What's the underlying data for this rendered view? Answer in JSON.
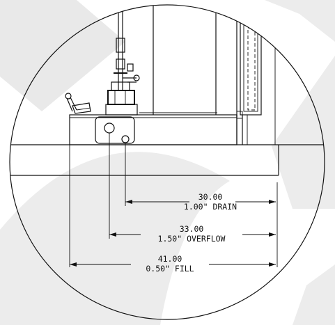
{
  "colors": {
    "background": "#ffffff",
    "watermark": "#e9e9e9",
    "line": "#111111"
  },
  "dimensions": [
    {
      "value": "30.00",
      "label": "1.00\" DRAIN"
    },
    {
      "value": "33.00",
      "label": "1.50\" OVERFLOW"
    },
    {
      "value": "41.00",
      "label": "0.50\" FILL"
    }
  ]
}
